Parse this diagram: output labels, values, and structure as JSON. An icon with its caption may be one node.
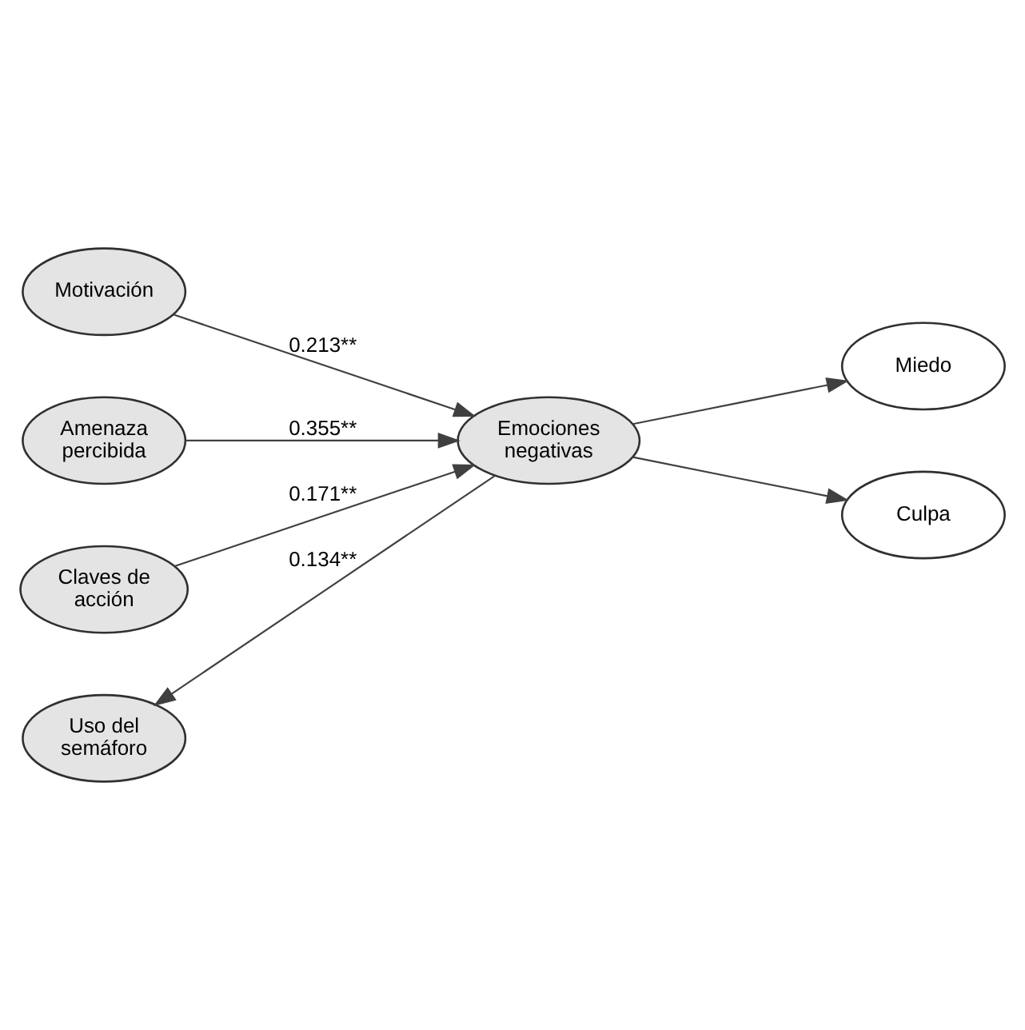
{
  "diagram": {
    "nodes": [
      {
        "text": [
          "Motivación"
        ]
      },
      {
        "text": [
          "Uso del semáforo"
        ]
      },
      {
        "text": [
          "Amenaza percibida"
        ]
      },
      {
        "text": [
          "Claves de acción"
        ]
      },
      {
        "text": [
          "Emociones negativas"
        ]
      },
      {
        "text": [
          "Miedo"
        ]
      },
      {
        "text": [
          "Culpa"
        ]
      }
    ],
    "edges": [
      {
        "from": 0,
        "to": 4,
        "arrow": "to",
        "label": "0.213**"
      },
      {
        "from": 4,
        "to": 1,
        "arrow": "to",
        "label": "0.134**"
      },
      {
        "from": 2,
        "to": 4,
        "arrow": "to",
        "label": "0.355**"
      },
      {
        "from": 3,
        "to": 4,
        "arrow": "to",
        "label": "0.171**"
      },
      {
        "from": 4,
        "to": 5,
        "arrow": "to"
      },
      {
        "from": 4,
        "to": 6,
        "arrow": "to"
      }
    ]
  }
}
